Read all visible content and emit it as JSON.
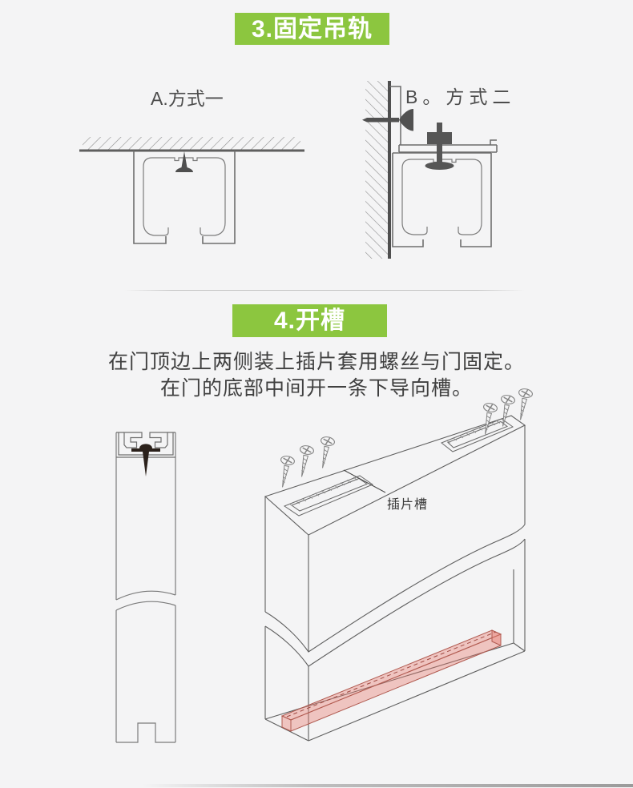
{
  "page": {
    "background": "#f4f4f5",
    "accent_green": "#8cc63f"
  },
  "section3": {
    "banner": "3.固定吊轨",
    "method_a": "A.方式一",
    "method_b": "B。方式二"
  },
  "section4": {
    "banner": "4.开槽",
    "line1": "在门顶边上两侧装上插片套用螺丝与门固定。",
    "line2": "在门的底部中间开一条下导向槽。",
    "slot_label": "插片槽"
  }
}
